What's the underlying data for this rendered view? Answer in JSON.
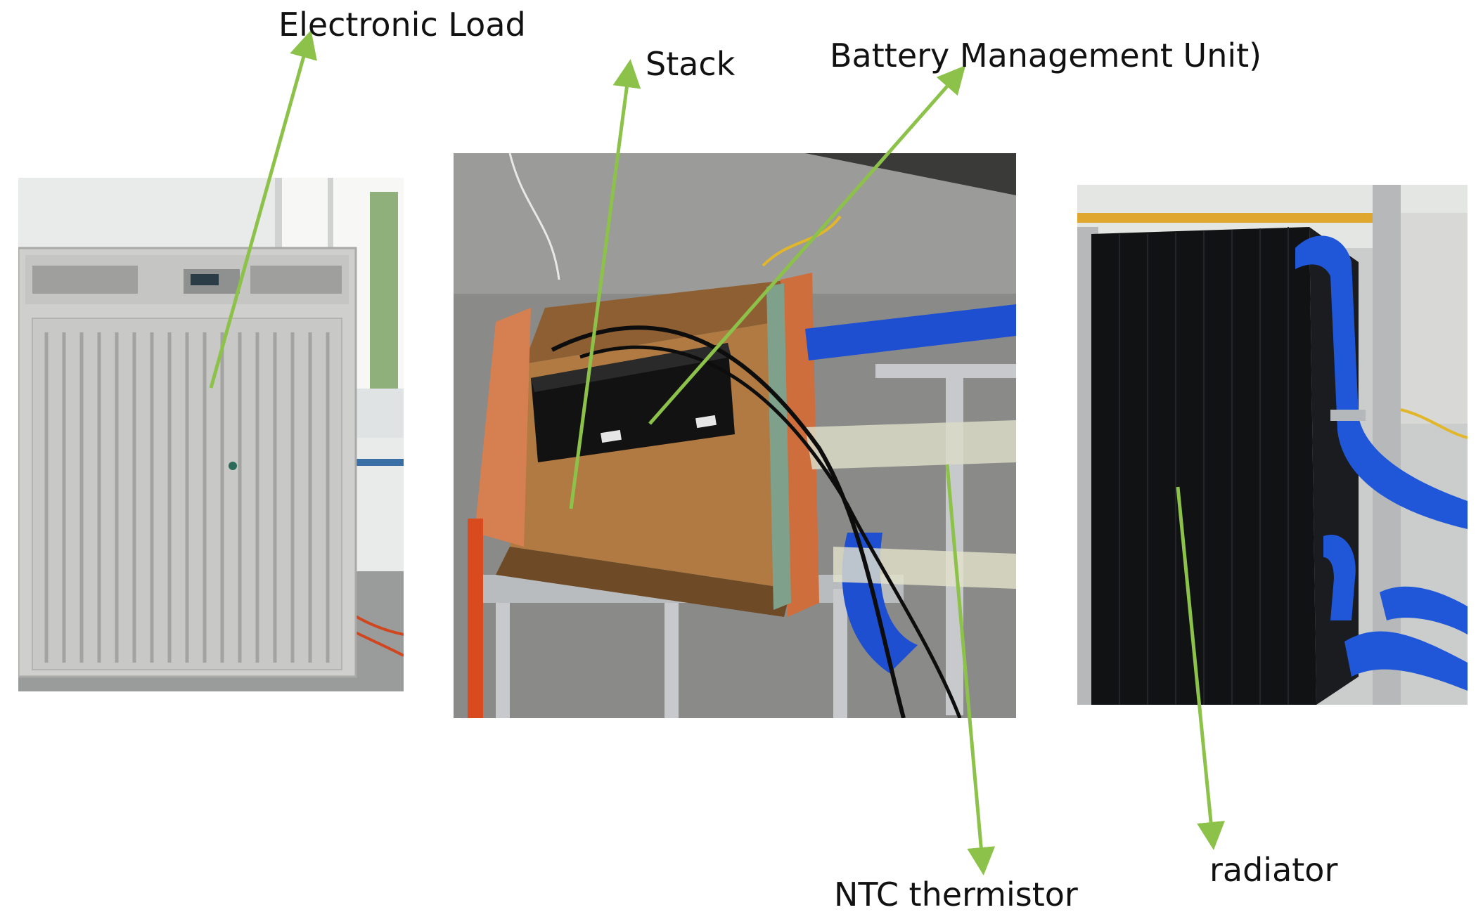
{
  "labels": {
    "electronic_load": "Electronic Load",
    "stack": "Stack",
    "bmu": "Battery Management Unit)",
    "ntc": "NTC thermistor",
    "radiator": "radiator"
  },
  "colors": {
    "arrow": "#8dc24a",
    "background": "#ffffff"
  }
}
